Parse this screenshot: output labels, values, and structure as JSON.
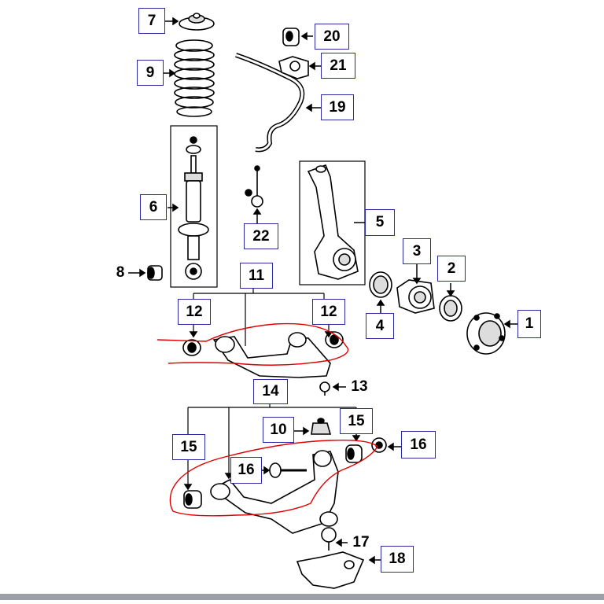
{
  "diagram": {
    "labels": {
      "l1": "1",
      "l2": "2",
      "l3": "3",
      "l4": "4",
      "l5": "5",
      "l6": "6",
      "l7": "7",
      "l8": "8",
      "l9": "9",
      "l10": "10",
      "l11": "11",
      "l12a": "12",
      "l12b": "12",
      "l13": "13",
      "l14": "14",
      "l15a": "15",
      "l15b": "15",
      "l16a": "16",
      "l16b": "16",
      "l17": "17",
      "l18": "18",
      "l19": "19",
      "l20": "20",
      "l21": "21",
      "l22": "22"
    },
    "colors": {
      "ink": "#000000",
      "label_border": "#2a2aa6",
      "markup": "#e00000",
      "shade": "#d0d0d0"
    }
  }
}
